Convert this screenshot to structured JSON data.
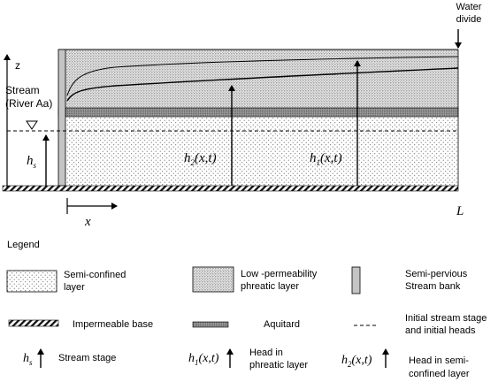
{
  "diagram": {
    "labels": {
      "water_divide_line1": "Water",
      "water_divide_line2": "divide",
      "z_axis": "z",
      "stream_line1": "Stream",
      "stream_line2": "(River Aa)",
      "hs_main": "h",
      "hs_sub": "s",
      "h2_main": "h",
      "h2_sub": "2",
      "h2_args": "(x,t)",
      "h1_main": "h",
      "h1_sub": "1",
      "h1_args": "(x,t)",
      "x_axis": "x",
      "length": "L"
    }
  },
  "legend": {
    "title": "Legend",
    "items": [
      {
        "id": "semi-confined-layer",
        "line1": "Semi-confined",
        "line2": "layer"
      },
      {
        "id": "low-permeability-phreatic-layer",
        "line1": "Low -permeability",
        "line2": "phreatic layer"
      },
      {
        "id": "semi-pervious-stream-bank",
        "line1": "Semi-pervious",
        "line2": "Stream bank"
      },
      {
        "id": "impermeable-base",
        "line1": "Impermeable base",
        "line2": ""
      },
      {
        "id": "aquitard",
        "line1": "Aquitard",
        "line2": ""
      },
      {
        "id": "initial-stream-stage",
        "line1": "Initial stream stage",
        "line2": "and initial heads"
      },
      {
        "id": "stream-stage",
        "line1": "Stream stage",
        "line2": "",
        "symbol_main": "h",
        "symbol_sub": "s",
        "symbol_args": ""
      },
      {
        "id": "head-phreatic",
        "line1": "Head in",
        "line2": "phreatic layer",
        "symbol_main": "h",
        "symbol_sub": "1",
        "symbol_args": "(x,t)"
      },
      {
        "id": "head-semi-confined",
        "line1": "Head in semi-",
        "line2": "confined layer",
        "symbol_main": "h",
        "symbol_sub": "2",
        "symbol_args": "(x,t)"
      }
    ]
  }
}
